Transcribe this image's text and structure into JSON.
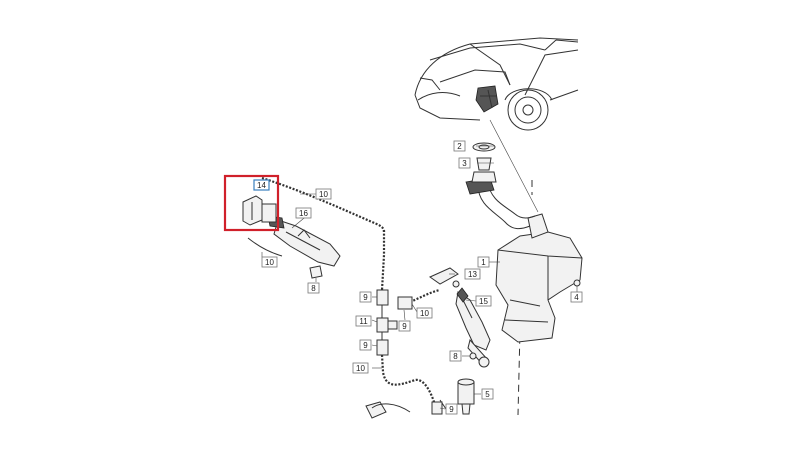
{
  "labels": {
    "p1": "1",
    "p2": "2",
    "p3": "3",
    "p4": "4",
    "p5": "5",
    "p8a": "8",
    "p8b": "8",
    "p9a": "9",
    "p9b": "9",
    "p9c": "9",
    "p9d": "9",
    "p10a": "10",
    "p10b": "10",
    "p10c": "10",
    "p10d": "10",
    "p11": "11",
    "p13": "13",
    "p14": "14",
    "p15": "15",
    "p16": "16"
  },
  "highlight": {
    "color": "#d0202a",
    "part": "14"
  },
  "colors": {
    "ink": "#333333",
    "label_box": "#777777",
    "highlight_label": "#3a7fbf"
  }
}
